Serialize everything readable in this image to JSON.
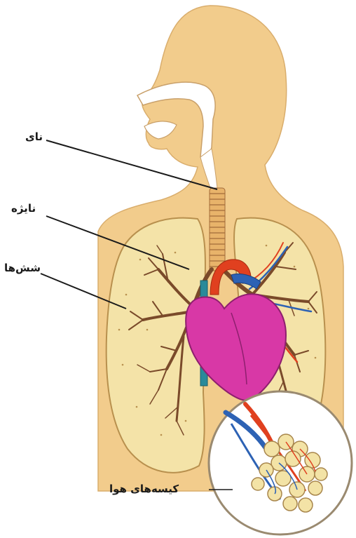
{
  "diagram": {
    "labels": {
      "trachea": "نای",
      "bronchus": "نایژه",
      "lungs": "شش‌ها",
      "alveoli": "کیسه‌های هوا"
    },
    "colors": {
      "skin": "#f2cc8c",
      "lung": "#f4e3a8",
      "bronchi": "#7a4a2a",
      "heart": "#d838a6",
      "artery": "#e0401f",
      "vein": "#2d62b4",
      "alveolus": "#f3e3a6"
    }
  }
}
